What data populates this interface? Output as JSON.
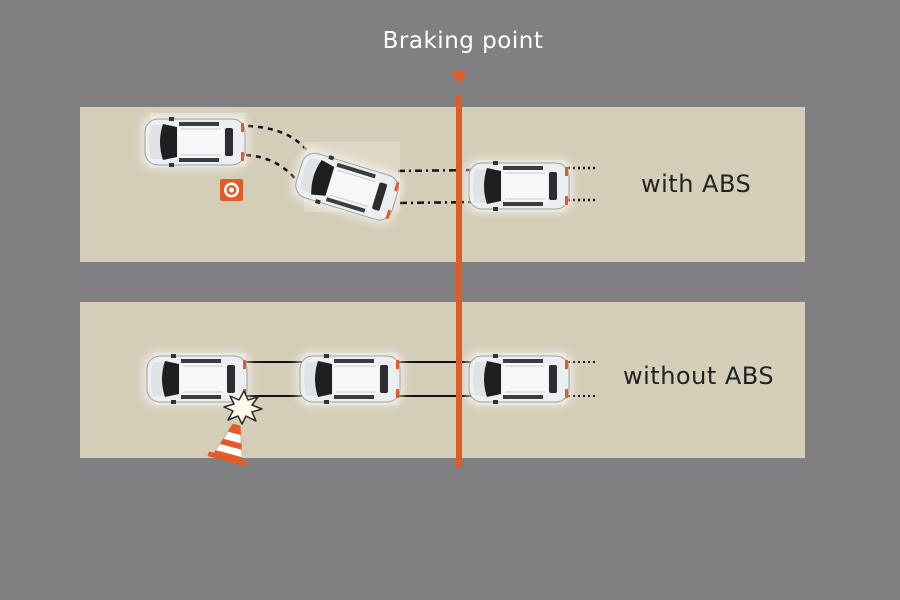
{
  "title": "Braking point",
  "lanes": {
    "with_abs": {
      "label": "with ABS"
    },
    "without_abs": {
      "label": "without ABS"
    }
  },
  "icons": {
    "obstacle_target": "target-icon",
    "traffic_cone": "traffic-cone-icon",
    "collision": "collision-burst-icon",
    "braking_marker": "triangle-down-icon"
  },
  "colors": {
    "background": "#808083",
    "lane": "#d4cdb8",
    "braking_line": "#e25d26",
    "label_text": "#222222",
    "title_text": "#ffffff"
  }
}
